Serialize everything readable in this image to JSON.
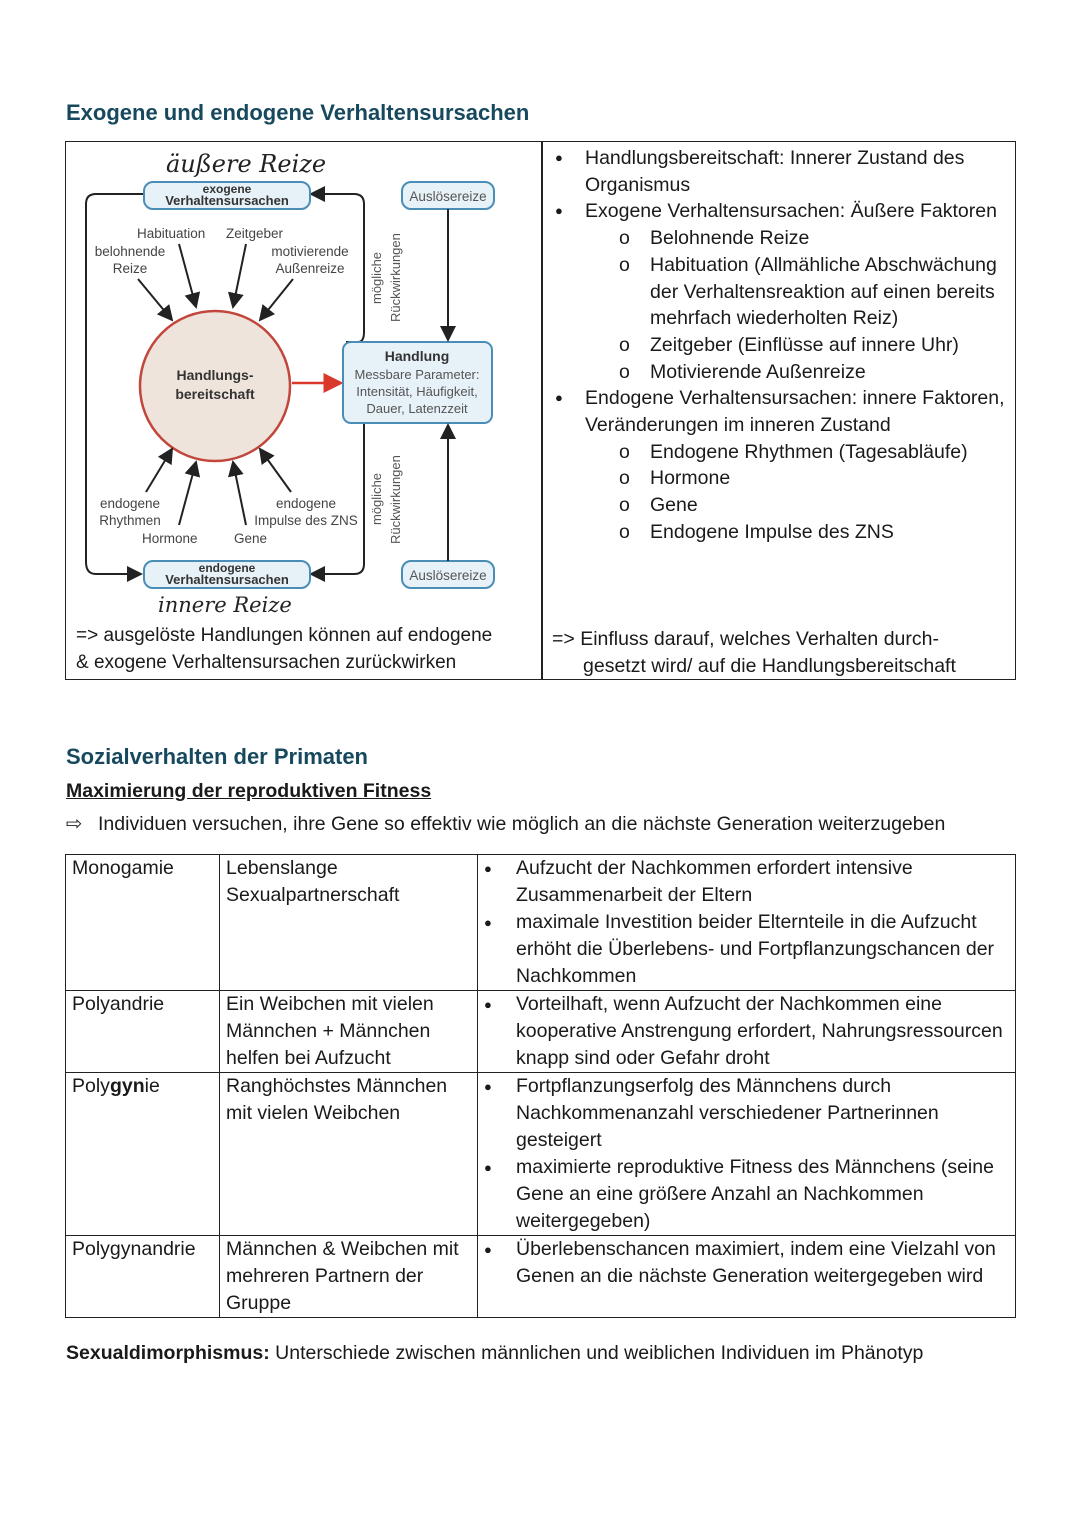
{
  "section1": {
    "title": "Exogene und endogene Verhaltensursachen",
    "diagram": {
      "hand_top": "äußere Reize",
      "hand_bottom": "innere Reize",
      "exogene_box": [
        "exogene",
        "Verhaltensursachen"
      ],
      "endogene_box": [
        "endogene",
        "Verhaltensursachen"
      ],
      "ausloeser_top": "Auslösereize",
      "ausloeser_bottom": "Auslösereize",
      "center": [
        "Handlungs-",
        "bereitschaft"
      ],
      "handlung": [
        "Handlung",
        "Messbare Parameter:",
        "Intensität, Häufigkeit,",
        "Dauer, Latenzzeit"
      ],
      "rueck_top": [
        "mögliche",
        "Rückwirkungen"
      ],
      "rueck_bottom": [
        "mögliche",
        "Rückwirkungen"
      ],
      "habituation": "Habituation",
      "zeitgeber": "Zeitgeber",
      "belohnende": [
        "belohnende",
        "Reize"
      ],
      "motivierende": [
        "motivierende",
        "Außenreize"
      ],
      "endo_rhythmen": [
        "endogene",
        "Rhythmen"
      ],
      "endo_impulse": [
        "endogene",
        "Impulse des ZNS"
      ],
      "hormone": "Hormone",
      "gene": "Gene"
    },
    "left_note": [
      "=> ausgelöste Handlungen können auf endogene",
      "& exogene Verhaltensursachen zurückwirken"
    ],
    "right_list": [
      {
        "level": 1,
        "text": "Handlungsbereitschaft: Innerer Zustand des Organismus"
      },
      {
        "level": 1,
        "text": "Exogene Verhaltensursachen: Äußere Faktoren"
      },
      {
        "level": 2,
        "text": "Belohnende Reize"
      },
      {
        "level": 2,
        "text": "Habituation (Allmähliche Abschwächung der Verhaltensreaktion auf einen bereits mehrfach wiederholten Reiz)"
      },
      {
        "level": 2,
        "text": "Zeitgeber (Einflüsse auf innere Uhr)"
      },
      {
        "level": 2,
        "text": "Motivierende Außenreize"
      },
      {
        "level": 1,
        "text": "Endogene Verhaltensursachen:  innere Faktoren, Veränderungen im inneren Zustand"
      },
      {
        "level": 2,
        "text": "Endogene Rhythmen (Tagesabläufe)"
      },
      {
        "level": 2,
        "text": "Hormone"
      },
      {
        "level": 2,
        "text": "Gene"
      },
      {
        "level": 2,
        "text": "Endogene Impulse des ZNS"
      }
    ],
    "right_note": [
      "=> Einfluss darauf, welches Verhalten durch-",
      "gesetzt wird/ auf die Handlungsbereitschaft"
    ]
  },
  "section2": {
    "title": "Sozialverhalten der Primaten",
    "subtitle": "Maximierung der reproduktiven Fitness",
    "arrow": "⇨",
    "arrow_text": "Individuen versuchen, ihre Gene so effektiv wie möglich an die nächste Generation weiterzugeben",
    "rows": [
      {
        "name": "Monogamie",
        "desc": "Lebenslange Sexualpartnerschaft",
        "points": [
          "Aufzucht der Nachkommen erfordert intensive Zusammenarbeit der Eltern",
          "maximale Investition beider Elternteile in die Aufzucht erhöht die Überlebens- und Fortpflanzungschancen der Nachkommen"
        ]
      },
      {
        "name": "Polyandrie",
        "desc": "Ein Weibchen mit vielen Männchen + Männchen helfen bei Aufzucht",
        "points": [
          "Vorteilhaft, wenn Aufzucht der Nachkommen eine kooperative Anstrengung erfordert, Nahrungsressourcen knapp sind oder Gefahr droht"
        ]
      },
      {
        "name_parts": [
          "Poly",
          "gyn",
          "ie"
        ],
        "desc": "Ranghöchstes Männchen mit vielen Weibchen",
        "points": [
          "Fortpflanzungserfolg des Männchens durch Nachkommenanzahl verschiedener Partnerinnen gesteigert",
          "maximierte reproduktive Fitness des Männchens (seine Gene an eine größere  Anzahl an Nachkommen weitergegeben)"
        ]
      },
      {
        "name": "Polygynandrie",
        "desc": "Männchen & Weibchen mit mehreren Partnern der Gruppe",
        "points": [
          "Überlebenschancen maximiert, indem eine Vielzahl von Genen an die nächste Generation weitergegeben wird"
        ]
      }
    ],
    "bottom_label": "Sexualdimorphismus:",
    "bottom_text": " Unterschiede zwischen männlichen und weiblichen Individuen im Phänotyp"
  },
  "colors": {
    "heading": "#17495e",
    "box_blue": "#4a8db7",
    "box_fill": "#e7f1f8",
    "circle_fill": "#eee4dc",
    "circle_stroke": "#c2463c",
    "arrow_red": "#d9382b"
  }
}
